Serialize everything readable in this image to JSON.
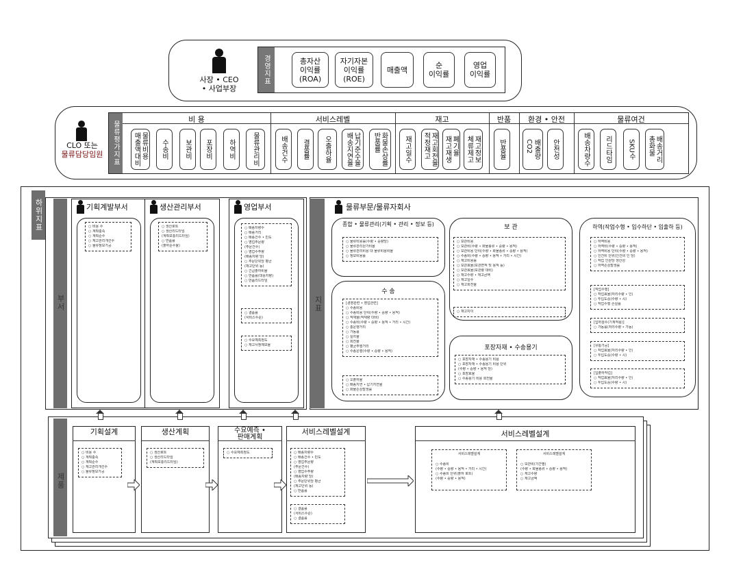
{
  "top": {
    "person_label": "사장 • CEO\n• 사업부장",
    "indicator_label": "경영지표",
    "kpis": [
      "총자산\n이익률\n(ROA)",
      "자기자본\n이익률\n(ROE)",
      "매출액",
      "순\n이익률",
      "영업\n이익률"
    ]
  },
  "clo": {
    "person_line1": "CLO 또는",
    "person_line2": "물류담당임원",
    "indicator_label": "물류평가지표",
    "categories": [
      "비 용",
      "서비스레벨",
      "재고",
      "반품",
      "환경 • 안전",
      "물류여건"
    ],
    "kpis": [
      "물류비용\n매출액대비",
      "수송비",
      "보관비",
      "포장비",
      "하역비",
      "물류관리비",
      "배송건수",
      "결품률",
      "오출하율",
      "납기준수율\n배송지연율",
      "화물손상률\n반품률",
      "재고일수",
      "재고회전율\n적정재고",
      "폐기율\n재고재생",
      "재고정보\n체류제고",
      "반품율",
      "배출량\nCO2",
      "안전성",
      "배송차량수",
      "리드타임",
      "SKU수",
      "배송거리\n총화물"
    ]
  },
  "sub": {
    "title": "하위지표",
    "dept_label": "부서",
    "product_label": "제품",
    "indicator_label": "지표",
    "departments": [
      {
        "name": "기획계발부서",
        "lines": [
          "○ 비용 수",
          "○ 계획충족",
          "○ 계획준수",
          "○ 재고관리개선수",
          "○ 물류정보가공"
        ]
      },
      {
        "name": "생산관리부서",
        "lines": [
          "○ 생산로트",
          "○ 생산리드타임",
          "  (계획보충리드타임)",
          "○ 반품률",
          "  (출하준수율)"
        ]
      },
      {
        "name": "영업부서",
        "lines": [
          "○ 배송차량수",
          "○ 배송거리",
          "○ 배송건수 • 빈도",
          "○ 영업주문량",
          "  (주문건수)",
          "○ 영업수주량",
          "  (배송차량 당)",
          "○ 주문단위당 평균",
          "  (재고단위 등)",
          "○ 긴급출하비율",
          "○ 반품률(대응차량)",
          "○ 반품리드타임"
        ],
        "sub1": [
          "○ 결품률",
          "  (서비스수준)"
        ],
        "sub2": [
          "○ 수요예측정도",
          "○ 재고사정예보율"
        ]
      }
    ],
    "logistics": {
      "title": "물류부문/물류자회사",
      "overall": {
        "title": "종합 • 물류관리(기획 • 관리 • 정보 등)",
        "lines": [
          "○ 물류비용률(수량 • 중량당)",
          "○ 물류관리원가비율",
          "○ 물류관리비용 대 물류비용비율",
          "○ 정보비용률"
        ]
      },
      "storage": {
        "title": "보 관",
        "lines": [
          "○ 보관비용",
          "○ 보관비(수량 • 화물종류 • 중량 • 용적)",
          "○ 보관비용 단위(수량 • 화물종류 • 중량 • 용적)",
          "○ 수송비(수량 • 중량 • 용적 • 거리 • 시간)",
          "○ 재고비용률",
          "○ 보관효율(보관면적 및 용적 등)",
          "○ 보관효율(보관량 대비)",
          "○ 재고수량 • 재고금액",
          "○ 재고일수",
          "○ 재고회전율"
        ],
        "extra": "○ 재고차이"
      },
      "transport": {
        "title": "수 송",
        "lines": [
          "[경영관련 • 영업관련]",
          "○ 수송비용",
          "○ 수송비용 단위(수량 • 중량 • 용적)",
          "○ 적재율(적재량 대비)",
          "○ 수송비(수량 • 중량 • 용적 • 거리 • 시간)",
          "○ 총운행거리",
          "○ 가동률",
          "○ 실차율",
          "○ 회전율",
          "○ 평균주행거리",
          "○ 수송운행(수량 • 중량 • 용적)"
        ],
        "sub": [
          "○ 오출하율",
          "○ 배송지연 • 납기지연율",
          "○ 화물손상발생률"
        ]
      },
      "packaging": {
        "title": "포장자재 • 수송용기",
        "lines": [
          "○ 포장자재 • 수송용기 비용",
          "○ 포장자재 • 수송용기 비용 단위",
          "  (수량 • 중량 • 용적 당)",
          "○ 포장효율",
          "○ 수송용기 비용 회전율"
        ]
      },
      "handling": {
        "title": "하역(작업수행 • 입수하단 • 입출하 등)",
        "lines": [
          "○ 하역비용",
          "○ 하역비(수량 • 중량 • 용적)",
          "○ 하역비용 단위(수량 • 중량 • 용적)",
          "○ 인건비 단위(인건비 인 당)",
          "○ 작업 인원당 생산성",
          "○ 하역손상발생률"
        ],
        "g1": [
          "[작업수행]",
          "○ 작업효율(처리수량 • 인)",
          "○ 투입도중(수량 • 시)",
          "○ 작업수행 손실률"
        ],
        "g2": [
          "[입하검수(기계적용)]",
          "○ 가동률(처리수량 • 가동)"
        ],
        "g3": [
          "[유통가공]",
          "○ 작업효율(처리수량 • 인)",
          "○ 투입도중(수량 • 시)"
        ],
        "g4": [
          "[입출하작업]",
          "○ 작업효율(처리수량 • 인)",
          "○ 투입도중(수량 • 시)"
        ]
      }
    },
    "products": [
      {
        "name": "기획설계",
        "lines": [
          "○ 비용 수",
          "○ 계획충족",
          "○ 계획준수",
          "○ 재고관리개선수",
          "○ 물류정보가공"
        ]
      },
      {
        "name": "생산계획",
        "lines": [
          "○ 생산로트",
          "○ 생산리드타임",
          "  (계획보충리드타임)"
        ]
      },
      {
        "name": "수요예측 •\n판매계획",
        "lines": [
          "○ 수요예측정도"
        ]
      },
      {
        "name": "서비스레벨설계",
        "lines": [
          "○ 배송차량수",
          "○ 배송건수 • 빈도",
          "○ 영업주문량",
          "  (주문건수)",
          "○ 영업수주량",
          "  (배송차량 당)",
          "○ 주문단위당 평균",
          "  (재고단위 등)",
          "○ 반품률"
        ],
        "sub": [
          "○ 결품률",
          "  (서비스수준)",
          "○ 결품률"
        ]
      }
    ],
    "service_design": {
      "title": "서비스레벨설계",
      "left_title": "서비스레벨설계",
      "left_lines": [
        "○ 수송비",
        "  (수량 • 중량 • 용적 • 거리 • 시간)",
        "○ 수송비 단위(출하 로트)",
        "  (수량 • 중량 • 용적)"
      ],
      "right_title": "서비스레벨설계",
      "right_lines": [
        "○ 보관비(기간별)",
        "  (수량 • 화물종류 • 중량 • 용적)",
        "○ 재고수량",
        "○ 재고금액"
      ]
    }
  }
}
